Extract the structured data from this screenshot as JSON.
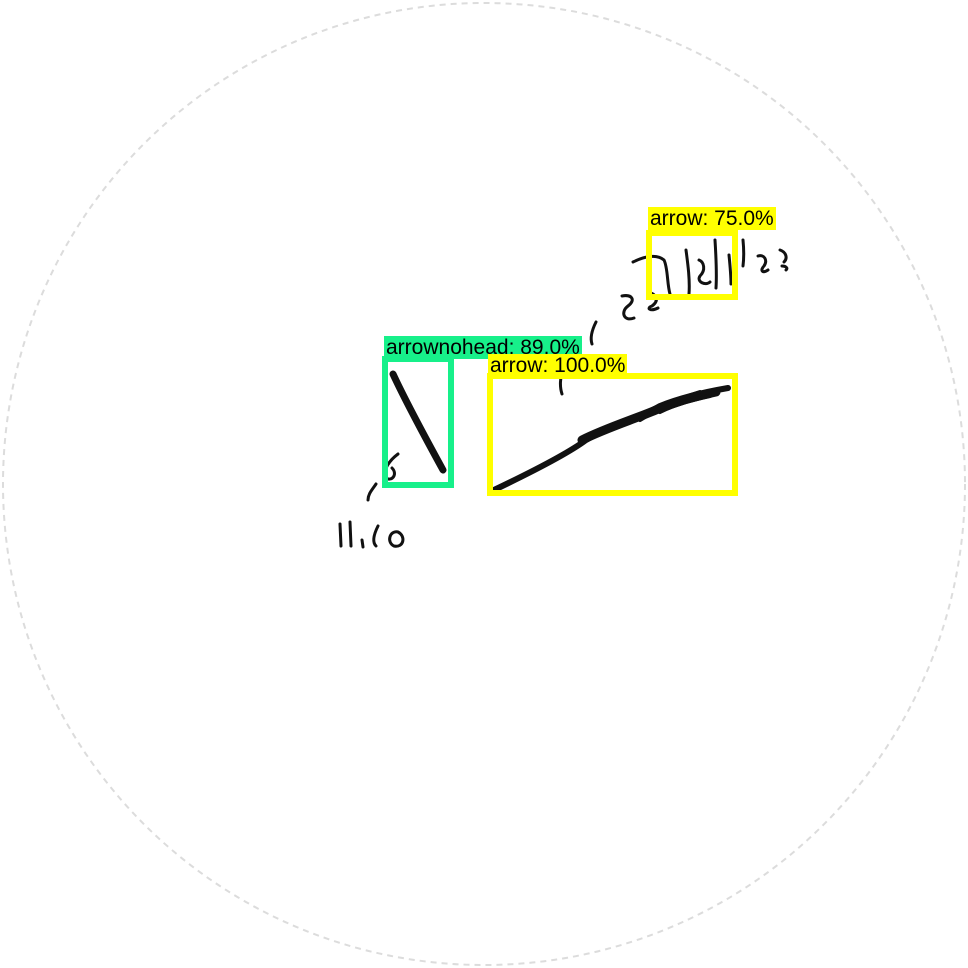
{
  "colors": {
    "arrow": "#ffff00",
    "arrownohead": "#17f08a",
    "ink": "#111111",
    "circle": "#d8d8d8",
    "background": "#ffffff"
  },
  "detections": [
    {
      "class": "arrow",
      "confidence_percent": 75.0,
      "label": "arrow: 75.0%"
    },
    {
      "class": "arrownohead",
      "confidence_percent": 89.0,
      "label": "arrownohead: 89.0%"
    },
    {
      "class": "arrow",
      "confidence_percent": 100.0,
      "label": "arrow: 100.0%"
    }
  ]
}
